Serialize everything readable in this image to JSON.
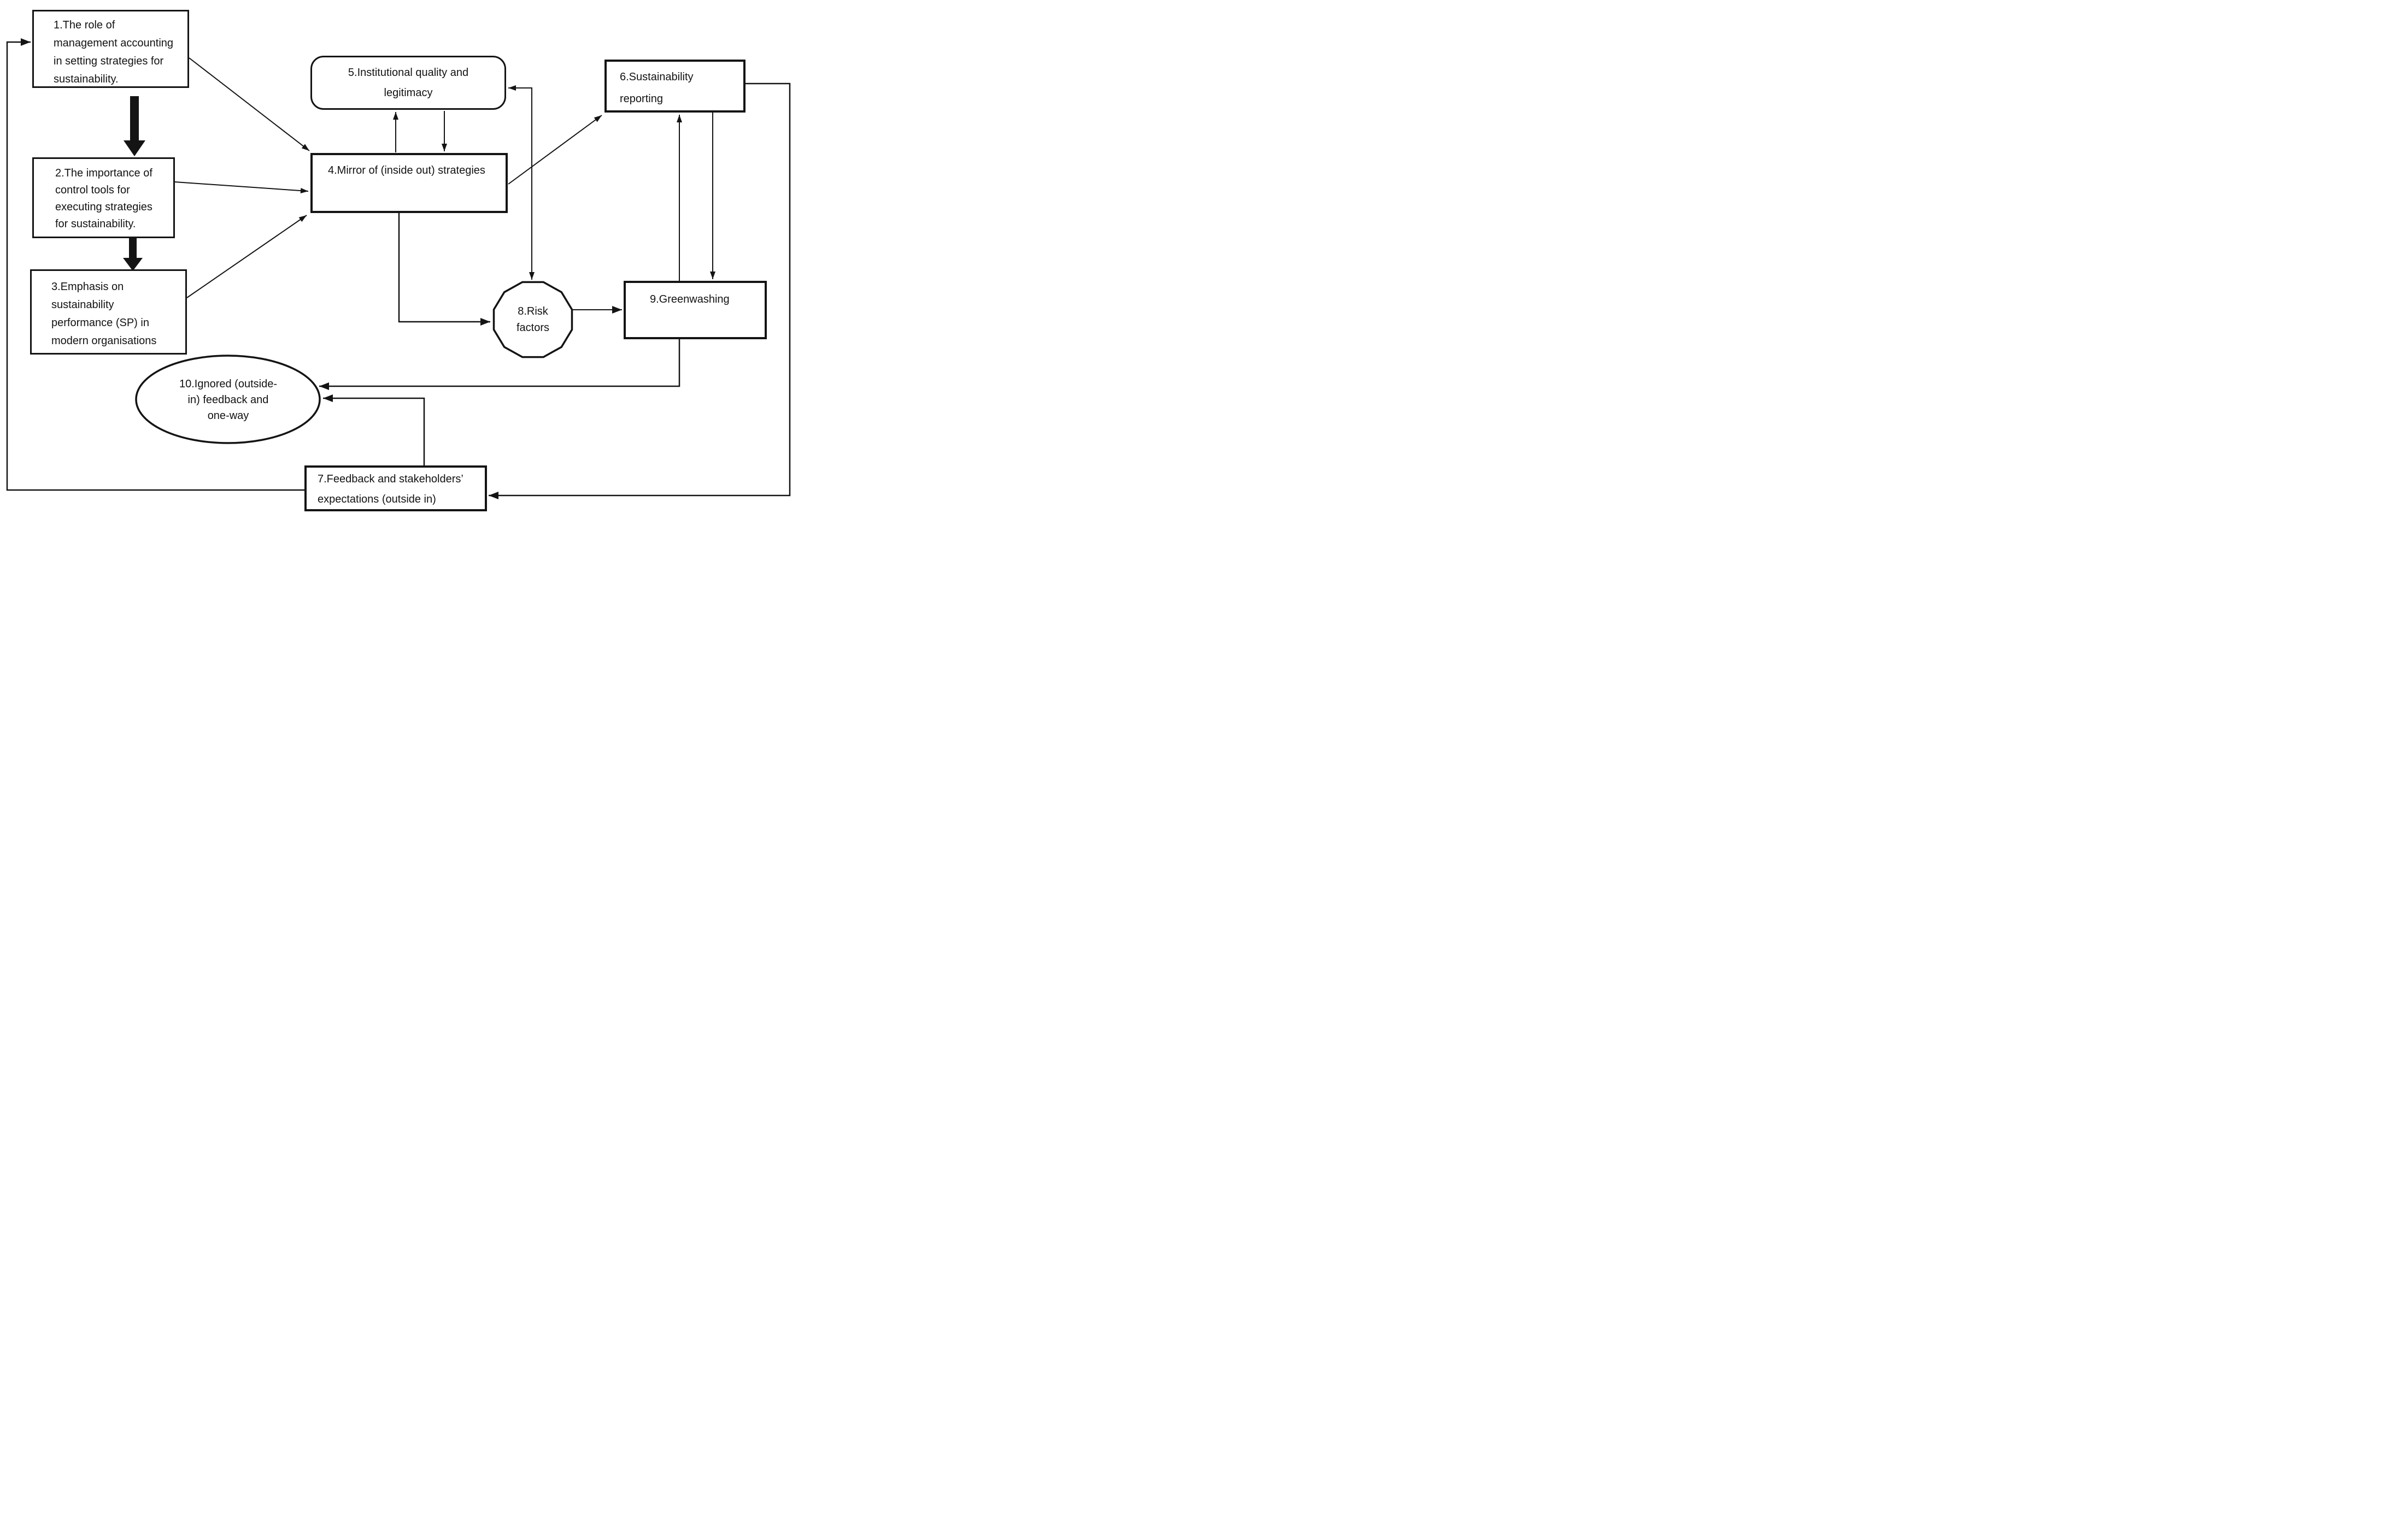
{
  "diagram": {
    "type": "conceptual-flow-diagram",
    "background": "#ffffff",
    "line_color": "#141414",
    "text_color": "#121212"
  },
  "nodes": {
    "n1": {
      "label": "1.The role of management accounting in setting strategies for sustainability.",
      "shape": "rectangle",
      "lines": [
        "1.The role of",
        "management accounting",
        "in setting strategies for",
        "sustainability."
      ]
    },
    "n2": {
      "label": "2.The importance of control tools for executing strategies for sustainability.",
      "shape": "rectangle",
      "lines": [
        "2.The importance of",
        "control tools for",
        "executing strategies",
        "for sustainability."
      ]
    },
    "n3": {
      "label": "3.Emphasis on sustainability performance (SP) in modern organisations",
      "shape": "rectangle",
      "lines": [
        "3.Emphasis on",
        "sustainability",
        "performance (SP) in",
        "modern organisations"
      ]
    },
    "n4": {
      "label": "4.Mirror of (inside out) strategies",
      "shape": "rectangle",
      "lines": [
        "4.Mirror of (inside out) strategies"
      ]
    },
    "n5": {
      "label": "5.Institutional quality and legitimacy",
      "shape": "rounded-rectangle",
      "lines": [
        "5.Institutional quality and",
        "legitimacy"
      ]
    },
    "n6": {
      "label": "6.Sustainability reporting",
      "shape": "rectangle",
      "lines": [
        "6.Sustainability",
        "reporting"
      ]
    },
    "n7": {
      "label": "7.Feedback and stakeholders’ expectations (outside in)",
      "shape": "rectangle",
      "lines": [
        "7.Feedback and stakeholders’",
        "expectations (outside in)"
      ]
    },
    "n8": {
      "label": "8.Risk factors",
      "shape": "dodecagon",
      "lines": [
        "8.Risk",
        "factors"
      ]
    },
    "n9": {
      "label": "9.Greenwashing",
      "shape": "rectangle",
      "lines": [
        "9.Greenwashing"
      ]
    },
    "n10": {
      "label": "10.Ignored (outside-in) feedback and one-way",
      "shape": "ellipse",
      "lines": [
        "10.Ignored (outside-",
        "in) feedback and",
        "one-way"
      ]
    }
  },
  "edges": [
    {
      "from": "n1",
      "to": "n2",
      "style": "thick-solid-arrow"
    },
    {
      "from": "n2",
      "to": "n3",
      "style": "thick-solid-arrow"
    },
    {
      "from": "n1",
      "to": "n4",
      "style": "thin-arrow"
    },
    {
      "from": "n2",
      "to": "n4",
      "style": "thin-arrow"
    },
    {
      "from": "n3",
      "to": "n4",
      "style": "thin-arrow"
    },
    {
      "from": "n4",
      "to": "n5",
      "style": "thin-arrow"
    },
    {
      "from": "n5",
      "to": "n4",
      "style": "thin-arrow"
    },
    {
      "from": "n4",
      "to": "n6",
      "style": "thin-arrow"
    },
    {
      "from": "n5",
      "to": "n8",
      "style": "double-headed-elbow-arrow"
    },
    {
      "from": "n4",
      "to": "n8",
      "style": "elbow-arrow"
    },
    {
      "from": "n8",
      "to": "n9",
      "style": "thin-arrow"
    },
    {
      "from": "n9",
      "to": "n6",
      "style": "thin-arrow"
    },
    {
      "from": "n6",
      "to": "n9",
      "style": "thin-arrow"
    },
    {
      "from": "n9",
      "to": "n10",
      "style": "elbow-arrow"
    },
    {
      "from": "n7",
      "to": "n10",
      "style": "elbow-arrow"
    },
    {
      "from": "n6",
      "to": "n7",
      "style": "elbow-arrow"
    },
    {
      "from": "n7",
      "to": "n1",
      "style": "elbow-arrow"
    }
  ]
}
